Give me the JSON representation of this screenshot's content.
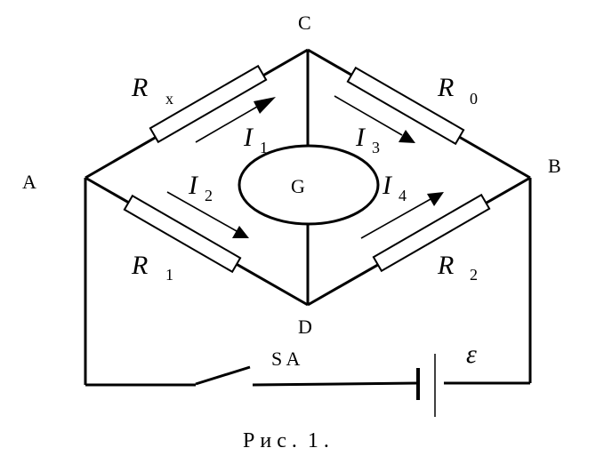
{
  "nodes": {
    "A": "A",
    "B": "B",
    "C": "C",
    "D": "D"
  },
  "galvanometer": "G",
  "resistors": {
    "rx": {
      "symbol": "R",
      "sub": "x"
    },
    "r0": {
      "symbol": "R",
      "sub": "0"
    },
    "r1": {
      "symbol": "R",
      "sub": "1"
    },
    "r2": {
      "symbol": "R",
      "sub": "2"
    }
  },
  "currents": {
    "i1": {
      "symbol": "I",
      "sub": "1"
    },
    "i2": {
      "symbol": "I",
      "sub": "2"
    },
    "i3": {
      "symbol": "I",
      "sub": "3"
    },
    "i4": {
      "symbol": "I",
      "sub": "4"
    }
  },
  "switch_label": "S A",
  "emf_label": "ε",
  "caption": "Р и с .  1 ."
}
